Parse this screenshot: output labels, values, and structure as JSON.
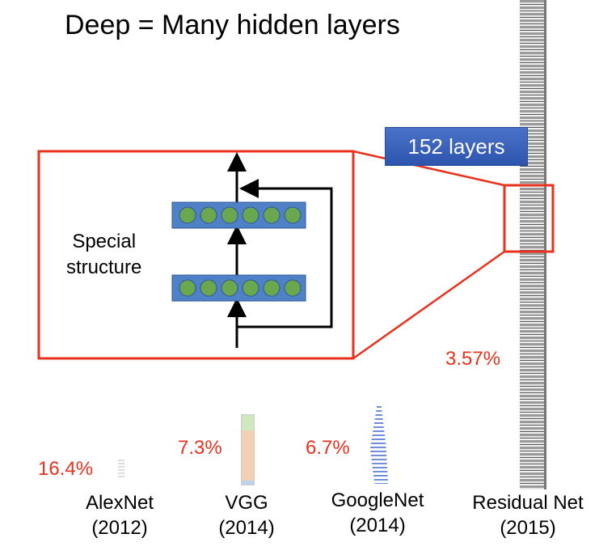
{
  "title": "Deep = Many hidden layers",
  "badge": "152 layers",
  "zoom_label_line1": "Special",
  "zoom_label_line2": "structure",
  "networks": [
    {
      "name": "AlexNet",
      "year": "(2012)",
      "error": "16.4%"
    },
    {
      "name": "VGG",
      "year": "(2014)",
      "error": "7.3%"
    },
    {
      "name": "GoogleNet",
      "year": "(2014)",
      "error": "6.7%"
    },
    {
      "name": "Residual Net",
      "year": "(2015)",
      "error": "3.57%"
    }
  ],
  "colors": {
    "accent_red": "#e8321e",
    "layer_blue": "#4f81c7",
    "neuron_green": "#6aa84f"
  }
}
